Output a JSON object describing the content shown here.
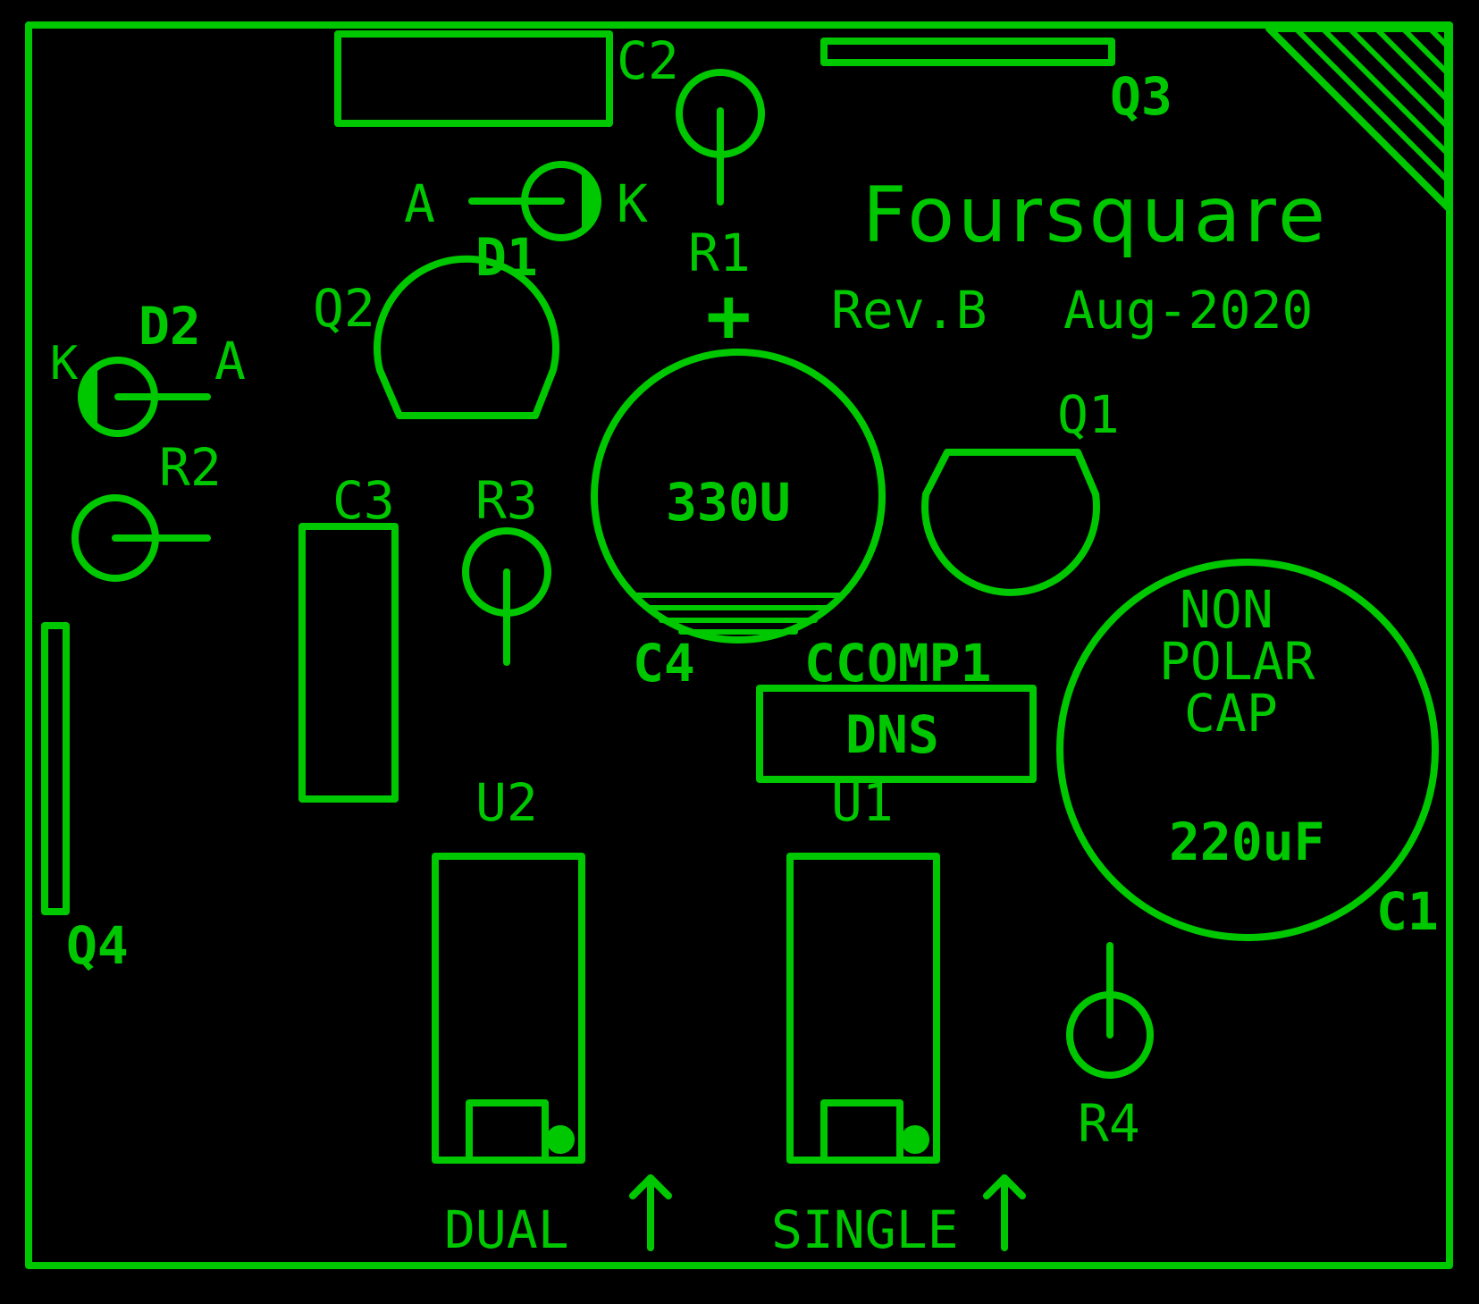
{
  "colors": {
    "background": "#000000",
    "silkscreen": "#00c800"
  },
  "board": {
    "title": "Foursquare",
    "revision": "Rev.B",
    "date": "Aug-2020"
  },
  "refs": {
    "c1": "C1",
    "c2": "C2",
    "c3": "C3",
    "c4": "C4",
    "q1": "Q1",
    "q2": "Q2",
    "q3": "Q3",
    "q4": "Q4",
    "d1": "D1",
    "d2": "D2",
    "r1": "R1",
    "r2": "R2",
    "r3": "R3",
    "r4": "R4",
    "u1": "U1",
    "u2": "U2",
    "ccomp1": "CCOMP1"
  },
  "labels": {
    "d1_anode": "A",
    "d1_cathode": "K",
    "d2_anode": "A",
    "d2_cathode": "K",
    "c4_value": "330U",
    "c4_polarity": "+",
    "ccomp1_value": "DNS",
    "c1_line1": "NON",
    "c1_line2": "POLAR",
    "c1_line3": "CAP",
    "c1_value": "220uF",
    "dual": "DUAL",
    "single": "SINGLE"
  },
  "icons": {
    "arrow_dual": "up-arrow-icon",
    "arrow_single": "up-arrow-icon",
    "corner": "hatched-corner-icon"
  }
}
